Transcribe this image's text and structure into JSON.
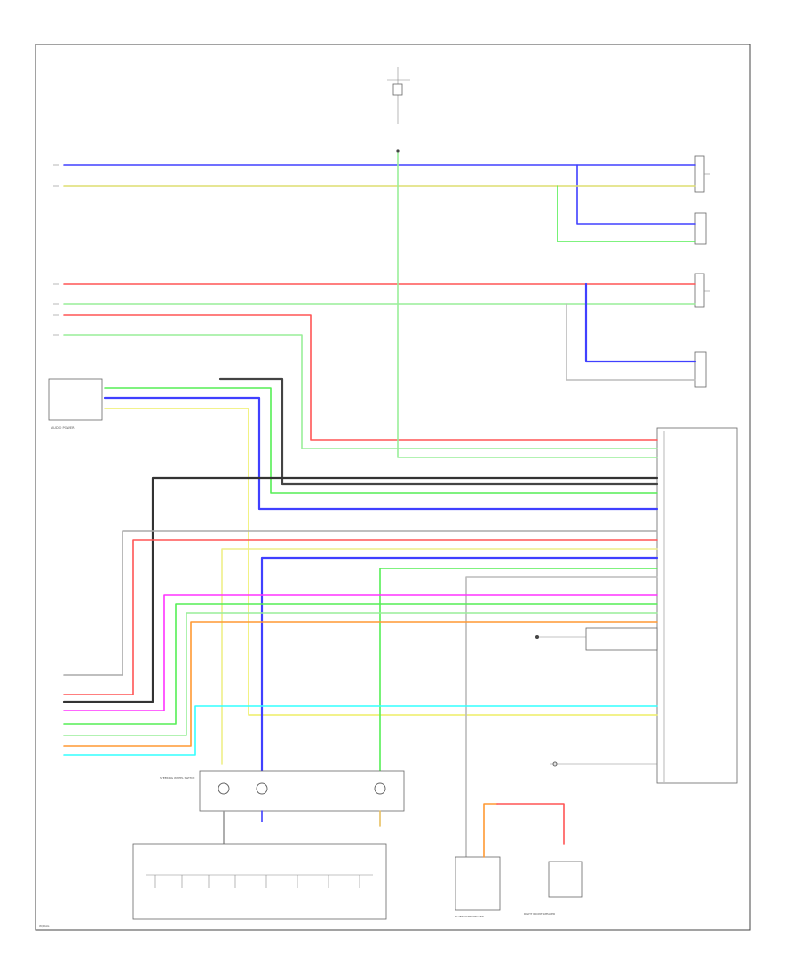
{
  "colors": {
    "blue": "#4040ff",
    "yellow": "#e8e85a",
    "red": "#ff4040",
    "green": "#33dd33",
    "light_green": "#99ee99",
    "gray": "#999999",
    "dark": "#333333",
    "magenta": "#ff33ff",
    "orange": "#ff9933",
    "cyan": "#33ffff",
    "pale_yellow": "#eeee88",
    "frame": "#444444"
  },
  "labels": {
    "left_component": "AUDIO POWER",
    "steering_component": "STEERING WHEEL SWITCH",
    "bottom_left": "W/DIAG",
    "bottom_mid": "BLUETOOTH SPEAKER",
    "bottom_right": "RIGHT FRONT SPEAKER"
  }
}
